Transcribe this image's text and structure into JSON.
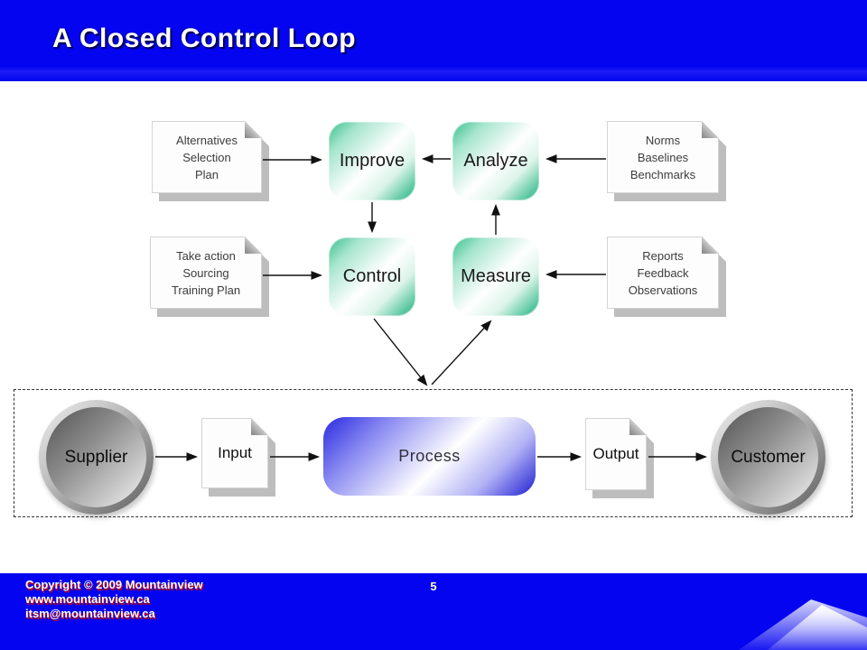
{
  "header": {
    "title": "A Closed Control Loop"
  },
  "loop": {
    "boxes": [
      {
        "label": "Improve"
      },
      {
        "label": "Analyze"
      },
      {
        "label": "Control"
      },
      {
        "label": "Measure"
      }
    ],
    "notes": [
      {
        "lines": [
          "Alternatives",
          "Selection",
          "Plan"
        ]
      },
      {
        "lines": [
          "Norms",
          "Baselines",
          "Benchmarks"
        ]
      },
      {
        "lines": [
          "Take action",
          "Sourcing",
          "Training Plan"
        ]
      },
      {
        "lines": [
          "Reports",
          "Feedback",
          "Observations"
        ]
      }
    ]
  },
  "flow": {
    "supplier": "Supplier",
    "input": "Input",
    "process": "Process",
    "output": "Output",
    "customer": "Customer"
  },
  "footer": {
    "copyright": "Copyright © 2009 Mountainview",
    "website": "www.mountainview.ca",
    "email": "itsm@mountainview.ca",
    "page_number": "5"
  },
  "colors": {
    "header_blue": "#0404f0",
    "loop_green": "#2eb886",
    "process_blue": "#2a2ae0",
    "footer_shadow_red": "#cc0000",
    "doc_shadow_gray": "#bdbdbd"
  }
}
